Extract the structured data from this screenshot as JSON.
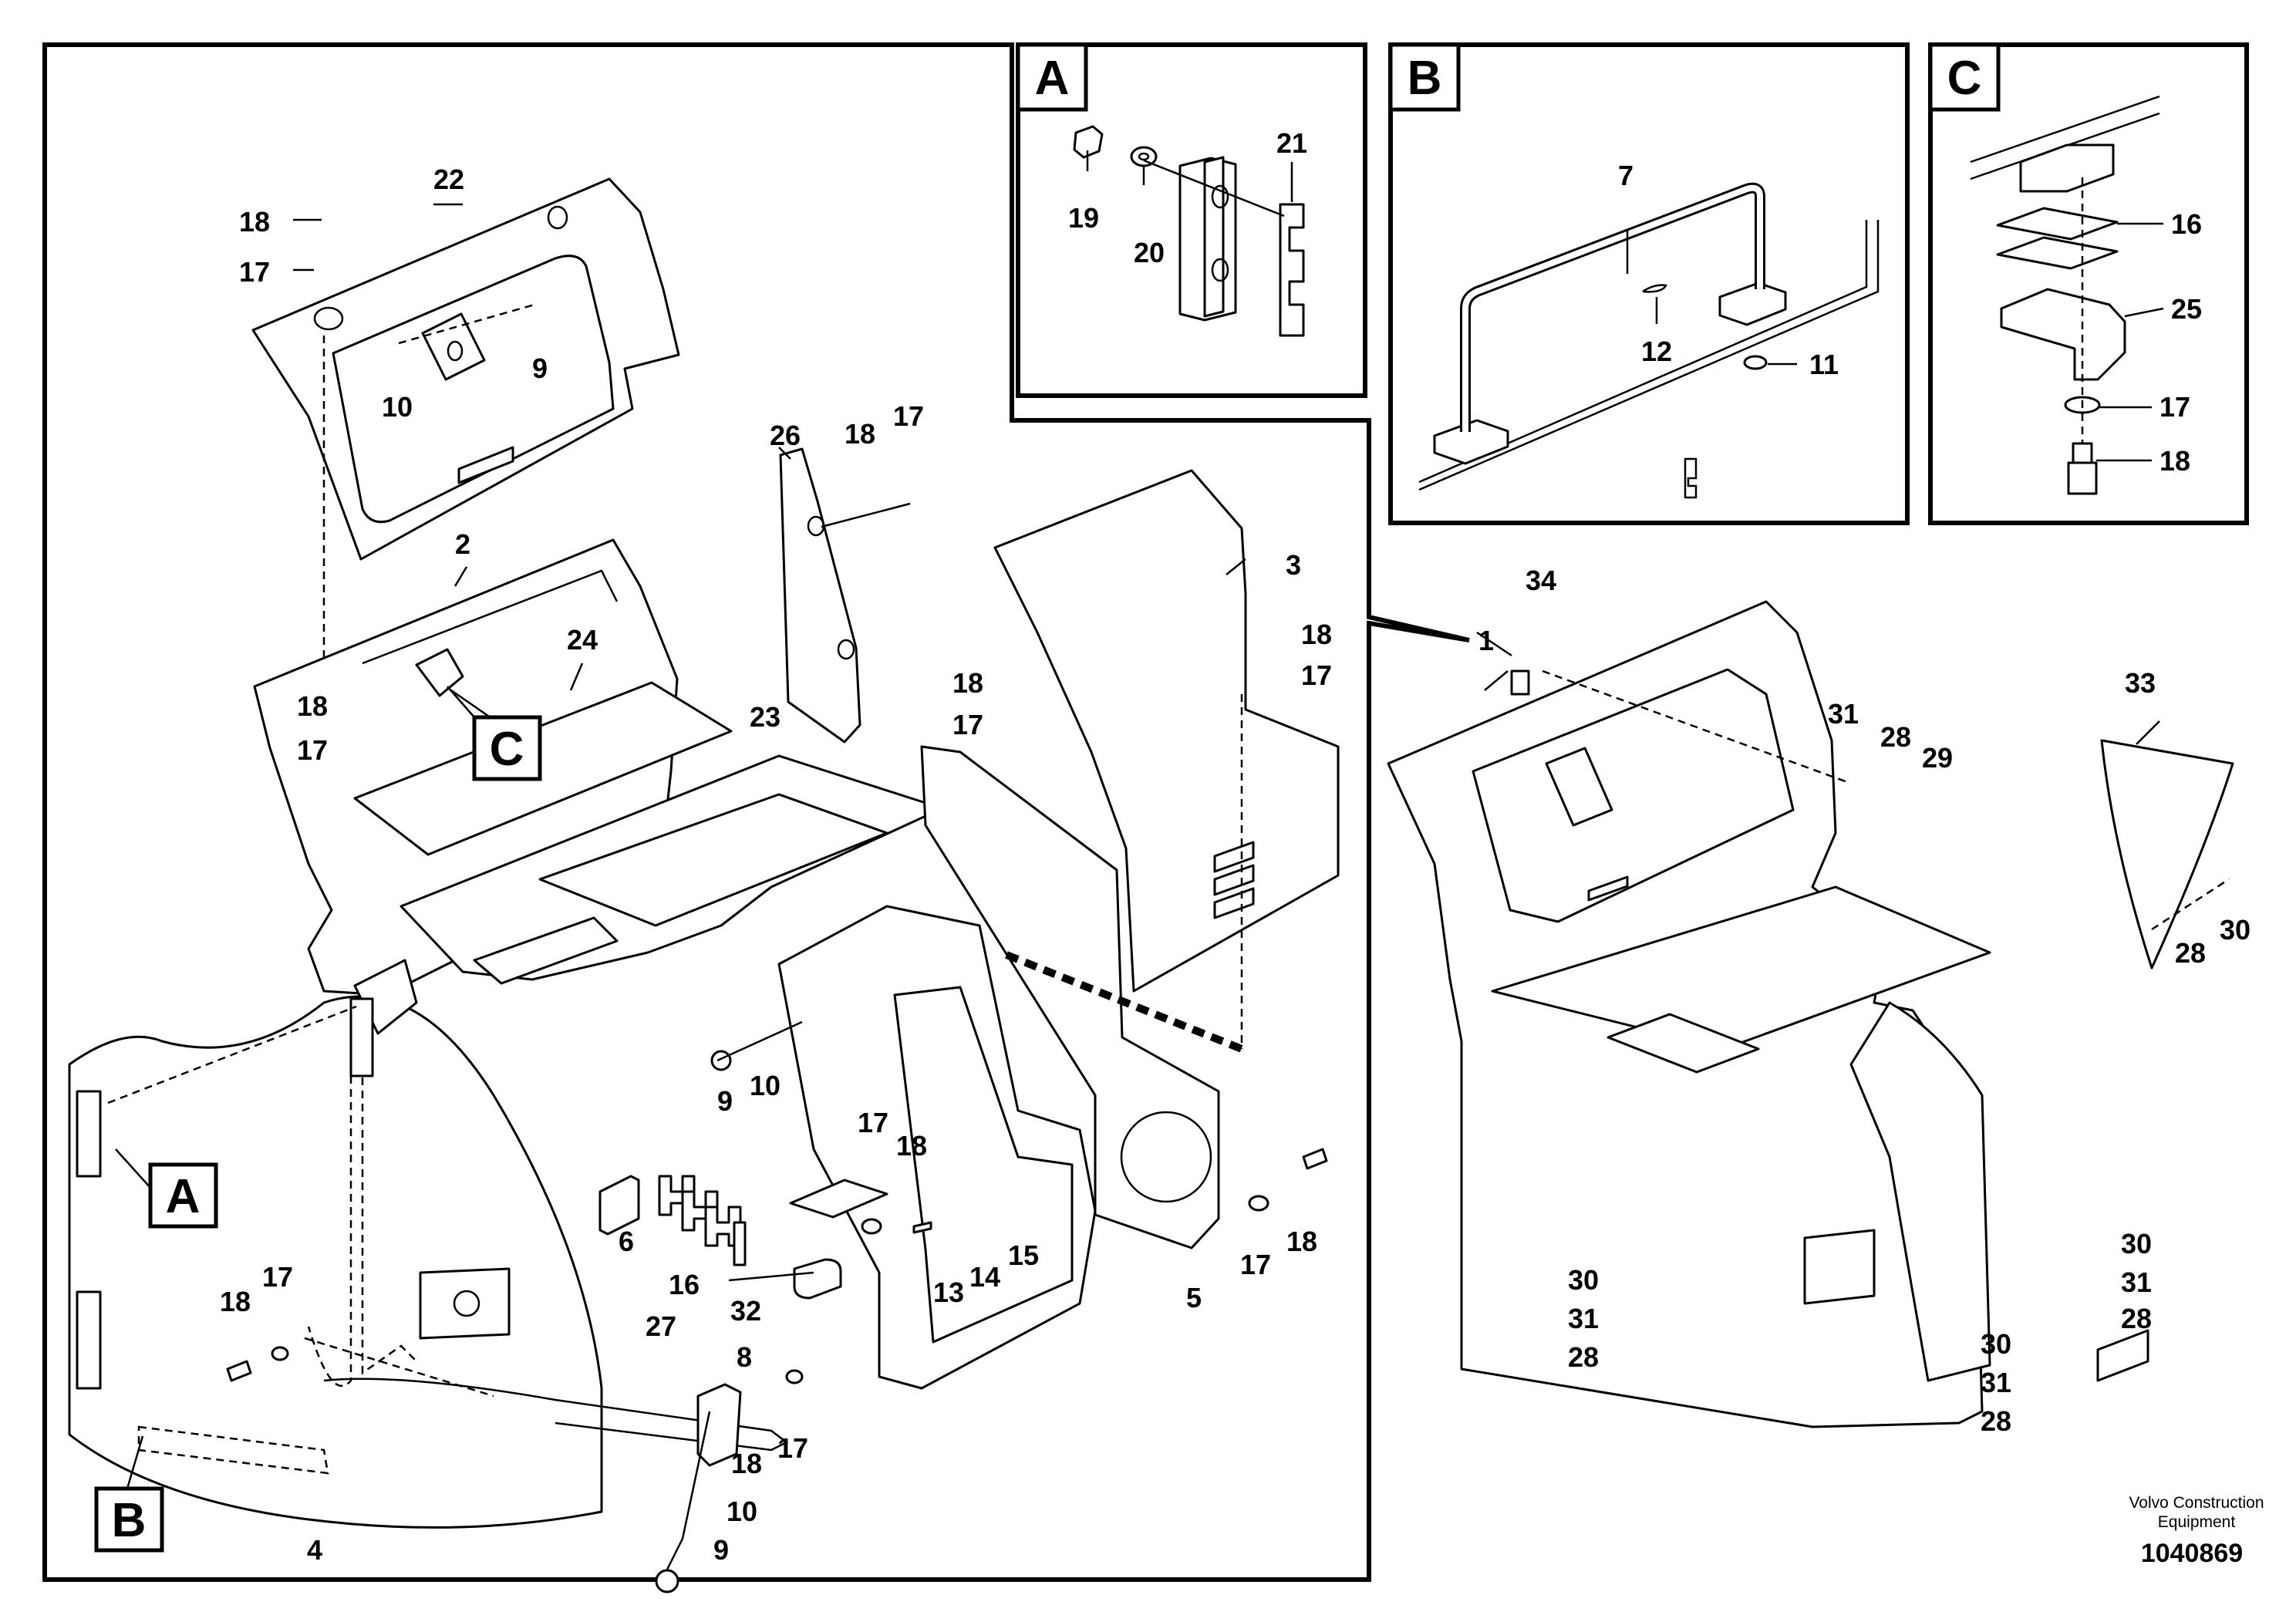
{
  "detail_views": [
    {
      "id": "A"
    },
    {
      "id": "B"
    },
    {
      "id": "C"
    }
  ],
  "detail_refs": {
    "a": "A",
    "b": "B",
    "c": "C"
  },
  "callouts": {
    "c22": "22",
    "c18a": "18",
    "c17a": "17",
    "c10a": "10",
    "c9a": "9",
    "c2": "2",
    "c24": "24",
    "c18b": "18",
    "c17b": "17",
    "c23": "23",
    "c26": "26",
    "c18c": "18",
    "c17c": "17",
    "c18d": "18",
    "c17d": "17",
    "c3": "3",
    "c18e": "18",
    "c17e": "17",
    "c9b": "9",
    "c10b": "10",
    "c6": "6",
    "c16": "16",
    "c32": "32",
    "c8": "8",
    "c17f": "17",
    "c18f": "18",
    "c13": "13",
    "c14": "14",
    "c15": "15",
    "c5": "5",
    "c17g": "17",
    "c18g": "18",
    "c27": "27",
    "c18h": "18",
    "c17h": "17",
    "c10c": "10",
    "c9c": "9",
    "c4": "4",
    "c18i": "18",
    "c17i": "17",
    "c19": "19",
    "c20": "20",
    "c21": "21",
    "c7": "7",
    "c12": "12",
    "c11": "11",
    "c16c": "16",
    "c25": "25",
    "c17j": "17",
    "c18j": "18",
    "c34": "34",
    "c1": "1",
    "c31a": "31",
    "c28a": "28",
    "c29": "29",
    "c33": "33",
    "c28b": "28",
    "c30a": "30",
    "c30b": "30",
    "c31b": "31",
    "c28c": "28",
    "c30c": "30",
    "c31c": "31",
    "c28d": "28",
    "c30d": "30",
    "c31d": "31",
    "c28e": "28"
  },
  "footer": {
    "brand_line1": "Volvo Construction",
    "brand_line2": "Equipment",
    "drawing_number": "1040869"
  }
}
